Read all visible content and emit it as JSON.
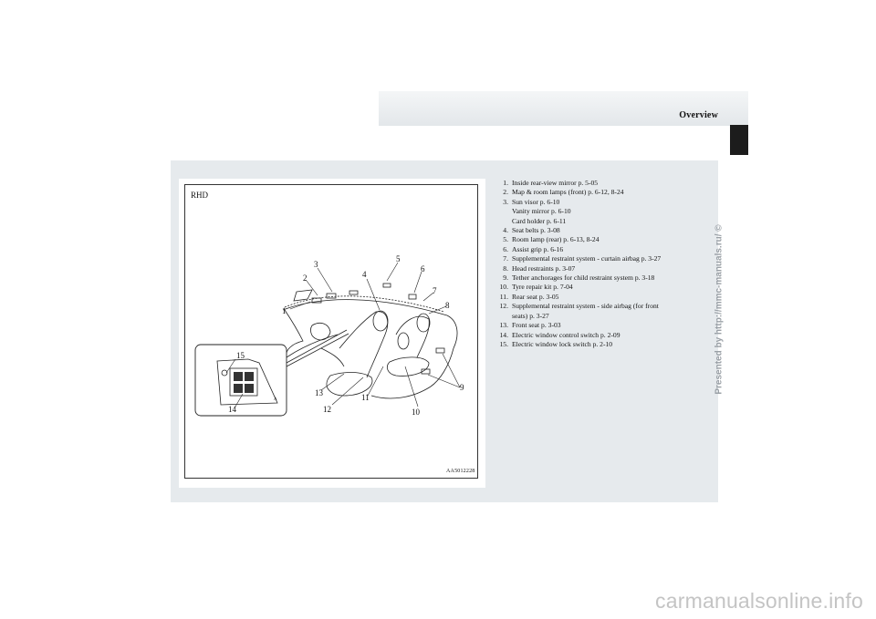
{
  "page": {
    "section_title": "Overview",
    "watermark_vertical": "Presented by http://mmc-manuals.ru/ ©",
    "footer_watermark": "carmanualsonline.info"
  },
  "figure": {
    "variant_label": "RHD",
    "code": "AA5012228",
    "callouts": [
      "1",
      "2",
      "3",
      "4",
      "5",
      "6",
      "7",
      "8",
      "9",
      "10",
      "11",
      "12",
      "13",
      "14",
      "15"
    ]
  },
  "legend": [
    {
      "num": "1.",
      "text": "Inside rear-view mirror p. 5-05",
      "extra": []
    },
    {
      "num": "2.",
      "text": "Map & room lamps (front) p. 6-12, 8-24",
      "extra": []
    },
    {
      "num": "3.",
      "text": "Sun visor p. 6-10",
      "extra": [
        "Vanity mirror p. 6-10",
        "Card holder p. 6-11"
      ]
    },
    {
      "num": "4.",
      "text": "Seat belts p. 3-08",
      "extra": []
    },
    {
      "num": "5.",
      "text": "Room lamp (rear) p. 6-13, 8-24",
      "extra": []
    },
    {
      "num": "6.",
      "text": "Assist grip p. 6-16",
      "extra": []
    },
    {
      "num": "7.",
      "text": "Supplemental restraint system - curtain airbag p. 3-27",
      "extra": []
    },
    {
      "num": "8.",
      "text": "Head restraints p. 3-07",
      "extra": []
    },
    {
      "num": "9.",
      "text": "Tether anchorages for child restraint system p. 3-18",
      "extra": []
    },
    {
      "num": "10.",
      "text": "Tyre repair kit p. 7-04",
      "extra": []
    },
    {
      "num": "11.",
      "text": "Rear seat p. 3-05",
      "extra": []
    },
    {
      "num": "12.",
      "text": "Supplemental restraint system - side airbag (for front",
      "extra": [
        "seats) p. 3-27"
      ]
    },
    {
      "num": "13.",
      "text": "Front seat p. 3-03",
      "extra": []
    },
    {
      "num": "14.",
      "text": "Electric window control switch p. 2-09",
      "extra": []
    },
    {
      "num": "15.",
      "text": "Electric window lock switch p. 2-10",
      "extra": []
    }
  ]
}
